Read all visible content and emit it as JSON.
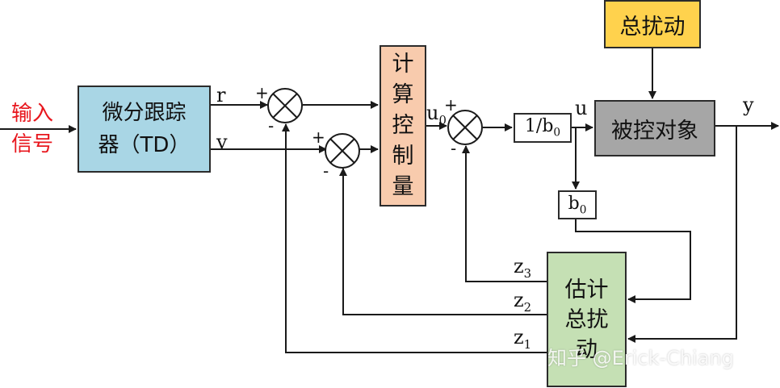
{
  "colors": {
    "td_fill": "#a9d6e5",
    "controller_fill": "#f8cbad",
    "disturbance_fill": "#ffd24d",
    "plant_fill": "#a6a6a6",
    "eso_fill": "#c5e0b4",
    "input_label_color": "#e8161d"
  },
  "input": {
    "line1": "输入",
    "line2": "信号"
  },
  "td_block": {
    "line1": "微分跟踪",
    "line2": "器（TD）"
  },
  "controller_block": {
    "chars": [
      "计",
      "算",
      "控",
      "制",
      "量"
    ]
  },
  "disturbance_block": {
    "label": "总扰动"
  },
  "plant_block": {
    "label": "被控对象"
  },
  "eso_block": {
    "line1": "估计",
    "line2": "总扰",
    "line3": "动"
  },
  "gain_block": {
    "main": "1/b",
    "sub": "0"
  },
  "b0_block": {
    "main": "b",
    "sub": "0"
  },
  "signals": {
    "r": "r",
    "v": "v",
    "u0_main": "u",
    "u0_sub": "0",
    "u": "u",
    "y": "y",
    "z3_main": "z",
    "z3_sub": "3",
    "z2_main": "z",
    "z2_sub": "2",
    "z1_main": "z",
    "z1_sub": "1"
  },
  "signs": {
    "plus": "+",
    "minus": "-"
  },
  "watermark": "知乎 @Erick-Chiang"
}
